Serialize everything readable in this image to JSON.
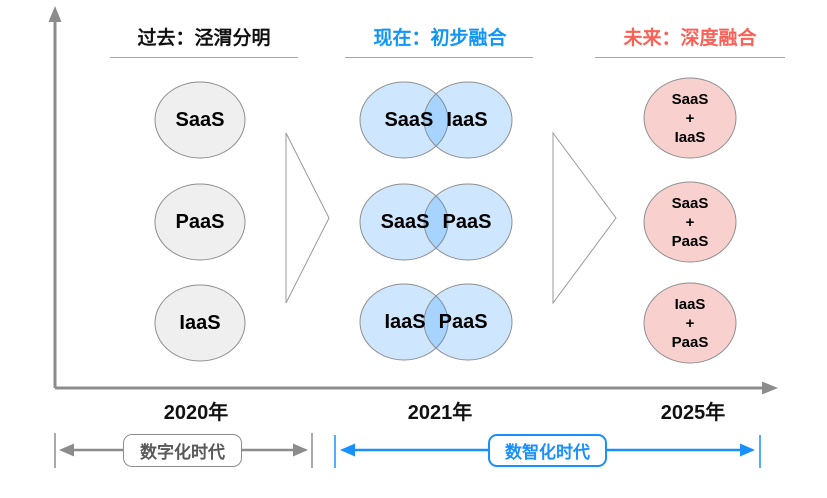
{
  "columns": [
    {
      "title": "过去：泾渭分明",
      "year": "2020年",
      "circles": [
        "SaaS",
        "PaaS",
        "IaaS"
      ]
    },
    {
      "title": "现在：初步融合",
      "year": "2021年",
      "venn": [
        {
          "left": "SaaS",
          "right": "IaaS"
        },
        {
          "left": "SaaS",
          "right": "PaaS"
        },
        {
          "left": "IaaS",
          "right": "PaaS"
        }
      ]
    },
    {
      "title": "未来：深度融合",
      "year": "2025年",
      "merged": [
        {
          "top": "SaaS",
          "mid": "+",
          "bottom": "IaaS"
        },
        {
          "top": "SaaS",
          "mid": "+",
          "bottom": "PaaS"
        },
        {
          "top": "IaaS",
          "mid": "+",
          "bottom": "PaaS"
        }
      ]
    }
  ],
  "eras": [
    {
      "label": "数字化时代"
    },
    {
      "label": "数智化时代"
    }
  ],
  "colors": {
    "accent-blue": "#1196f5",
    "accent-red": "#fb6157",
    "era-blue": "#1890ff",
    "axis-gray": "#8c8c8c",
    "shape-border": "#8f8f8f",
    "gray-fill": "#efefef",
    "venn-blue": "#1e90ff",
    "pink-fill": "#f8d1ce",
    "underline-gray": "#a6a6a6",
    "era-gray-text": "#595959"
  }
}
